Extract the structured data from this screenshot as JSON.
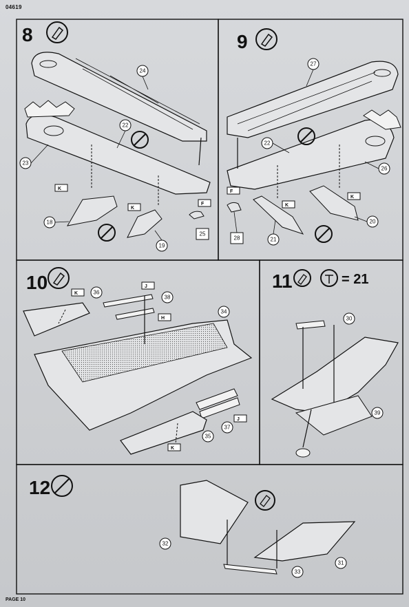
{
  "document": {
    "kit_number": "04619",
    "page_label": "PAGE 10"
  },
  "steps": [
    {
      "number": "8",
      "icon": "glue-icon"
    },
    {
      "number": "9",
      "icon": "glue-icon"
    },
    {
      "number": "10",
      "icon": "glue-icon"
    },
    {
      "number": "11",
      "icon": "glue-icon",
      "equation": "= 21"
    },
    {
      "number": "12",
      "icon": "no-glue-icon"
    }
  ],
  "callouts": {
    "step8": [
      "24",
      "22",
      "23",
      "18",
      "19",
      "25"
    ],
    "step9": [
      "27",
      "22",
      "26",
      "28",
      "21",
      "20"
    ],
    "step10": [
      "36",
      "38",
      "34",
      "37",
      "35"
    ],
    "step11": [
      "30",
      "39"
    ],
    "step12": [
      "32",
      "31",
      "33"
    ]
  },
  "color_tags": {
    "step8": [
      "K",
      "K",
      "F"
    ],
    "step9": [
      "F",
      "K",
      "K"
    ],
    "step10": [
      "K",
      "J",
      "H",
      "J",
      "K"
    ]
  }
}
